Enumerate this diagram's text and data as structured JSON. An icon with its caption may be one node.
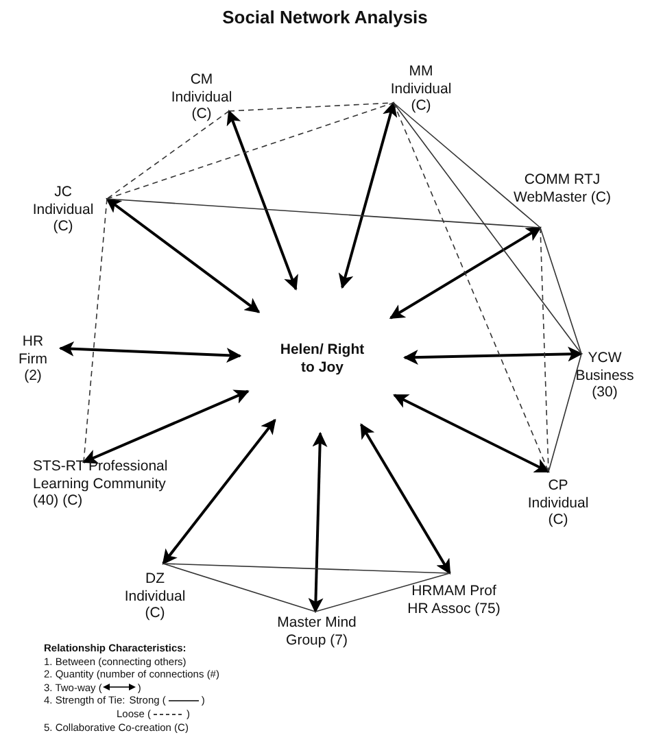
{
  "diagram": {
    "title": "Social Network Analysis",
    "nodes": [
      {
        "text": [
          "Helen/ Right to Joy"
        ]
      },
      {
        "text": [
          "CM Individual (C)"
        ]
      },
      {
        "text": [
          "MM Individual (C)"
        ]
      },
      {
        "text": [
          "JC Individual (C)"
        ]
      },
      {
        "text": [
          "COMM RTJ WebMaster (C)"
        ]
      },
      {
        "text": [
          "HR Firm (2)"
        ]
      },
      {
        "text": [
          "YCW Business (30)"
        ]
      },
      {
        "text": [
          "STS-RT Professional Learning Community (40) (C)"
        ]
      },
      {
        "text": [
          "CP Individual (C)"
        ]
      },
      {
        "text": [
          "DZ Individual (C)"
        ]
      },
      {
        "text": [
          "HRMAM Prof HR Assoc (75)"
        ]
      },
      {
        "text": [
          "Master Mind Group (7)"
        ]
      }
    ],
    "edges": [
      {
        "from": 0,
        "to": 1,
        "arrow": "both"
      },
      {
        "from": 0,
        "to": 2,
        "arrow": "both"
      },
      {
        "from": 0,
        "to": 3,
        "arrow": "both"
      },
      {
        "from": 0,
        "to": 4,
        "arrow": "both"
      },
      {
        "from": 0,
        "to": 5,
        "arrow": "both"
      },
      {
        "from": 0,
        "to": 6,
        "arrow": "both"
      },
      {
        "from": 0,
        "to": 7,
        "arrow": "both"
      },
      {
        "from": 0,
        "to": 8,
        "arrow": "both"
      },
      {
        "from": 0,
        "to": 9,
        "arrow": "both"
      },
      {
        "from": 0,
        "to": 10,
        "arrow": "both"
      },
      {
        "from": 0,
        "to": 11,
        "arrow": "both"
      },
      {
        "from": 1,
        "to": 2,
        "arrow": "none",
        "style": "dashed"
      },
      {
        "from": 1,
        "to": 3,
        "arrow": "none",
        "style": "dashed"
      },
      {
        "from": 3,
        "to": 2,
        "arrow": "none",
        "style": "dashed"
      },
      {
        "from": 3,
        "to": 7,
        "arrow": "none",
        "style": "dashed"
      },
      {
        "from": 2,
        "to": 8,
        "arrow": "none",
        "style": "dashed"
      },
      {
        "from": 4,
        "to": 8,
        "arrow": "none",
        "style": "dashed"
      },
      {
        "from": 3,
        "to": 4,
        "arrow": "none"
      },
      {
        "from": 2,
        "to": 4,
        "arrow": "none"
      },
      {
        "from": 2,
        "to": 6,
        "arrow": "none"
      },
      {
        "from": 4,
        "to": 6,
        "arrow": "none"
      },
      {
        "from": 6,
        "to": 8,
        "arrow": "none"
      },
      {
        "from": 9,
        "to": 10,
        "arrow": "none"
      },
      {
        "from": 9,
        "to": 11,
        "arrow": "none"
      },
      {
        "from": 11,
        "to": 10,
        "arrow": "none"
      }
    ],
    "labels": [
      "Relationship Characteristics:",
      "1. Between (connecting others)",
      "2. Quantity (number of connections (#)",
      "3. Two-way (",
      ")",
      "4. Strength of Tie:",
      "Strong (",
      ")",
      "Loose (",
      ")",
      "5. Collaborative Co-creation (C)"
    ]
  }
}
